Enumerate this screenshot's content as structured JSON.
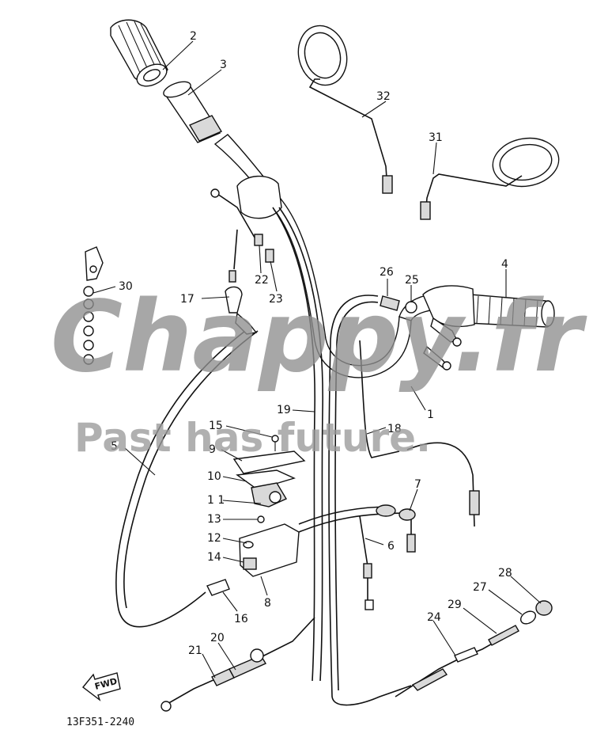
{
  "diagram": {
    "part_labels": {
      "p1": "1",
      "p2": "2",
      "p3": "3",
      "p4": "4",
      "p5": "5",
      "p6": "6",
      "p7": "7",
      "p8": "8",
      "p9": "9",
      "p10": "10",
      "p11": "1 1",
      "p12": "12",
      "p13": "13",
      "p14": "14",
      "p15": "15",
      "p16": "16",
      "p17": "17",
      "p18": "18",
      "p19": "19",
      "p20": "20",
      "p21": "21",
      "p22": "22",
      "p23": "23",
      "p24": "24",
      "p25": "25",
      "p26": "26",
      "p27": "27",
      "p28": "28",
      "p29": "29",
      "p30": "30",
      "p31": "31",
      "p32": "32"
    },
    "drawing_code": "13F351-2240",
    "fwd_marker": "FWD"
  },
  "watermark": {
    "brand": "Chappy.fr",
    "tagline": "Past has future."
  }
}
